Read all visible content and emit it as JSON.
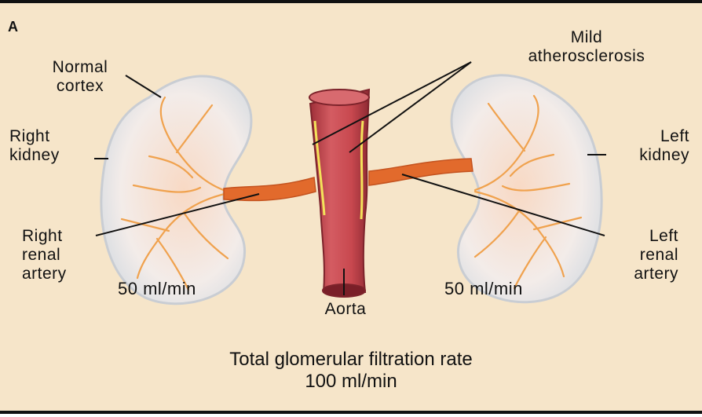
{
  "panel_label": "A",
  "labels": {
    "normal_cortex": [
      "Normal",
      "cortex"
    ],
    "mild_atherosclerosis": [
      "Mild",
      "atherosclerosis"
    ],
    "right_kidney": [
      "Right",
      "kidney"
    ],
    "left_kidney": [
      "Left",
      "kidney"
    ],
    "right_renal_artery": [
      "Right",
      "renal",
      "artery"
    ],
    "left_renal_artery": [
      "Left",
      "renal",
      "artery"
    ],
    "aorta": "Aorta",
    "right_rate": "50 ml/min",
    "left_rate": "50 ml/min"
  },
  "total": [
    "Total glomerular filtration rate",
    "100 ml/min"
  ],
  "colors": {
    "background": "#f6e5c9",
    "kidney_fill": "#f3efec",
    "kidney_inner": "#f7dcc8",
    "vessel": "#f0a24e",
    "aorta": "#c8484f",
    "aorta_dark": "#9e2f38",
    "plaque": "#f3e35a"
  }
}
